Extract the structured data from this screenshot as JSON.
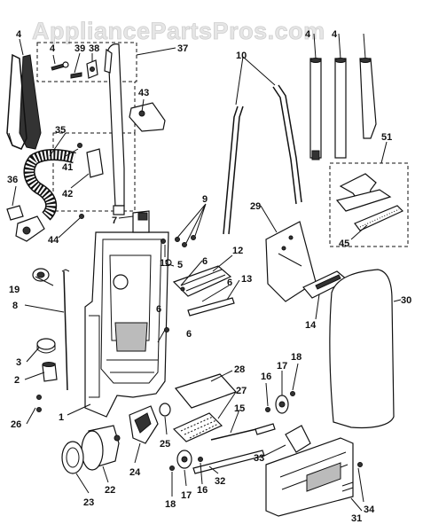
{
  "watermark": "AppliancePartsPros.com",
  "callouts": {
    "c1": "1",
    "c2": "2",
    "c3": "3",
    "c4": "4",
    "c4b": "4",
    "c4c": "4",
    "c4d": "4",
    "c5": "5",
    "c6a": "6",
    "c6b": "6",
    "c6c": "6",
    "c6d": "6",
    "c7": "7",
    "c8": "8",
    "c9": "9",
    "c10": "10",
    "c11": "11",
    "c12": "12",
    "c13": "13",
    "c14": "14",
    "c15": "15",
    "c16a": "16",
    "c16b": "16",
    "c17a": "17",
    "c17b": "17",
    "c18a": "18",
    "c18b": "18",
    "c19": "19",
    "c22": "22",
    "c23": "23",
    "c24": "24",
    "c25": "25",
    "c26": "26",
    "c27": "27",
    "c28": "28",
    "c29": "29",
    "c30": "30",
    "c31": "31",
    "c32": "32",
    "c33": "33",
    "c34": "34",
    "c35": "35",
    "c36": "36",
    "c37": "37",
    "c38": "38",
    "c39": "39",
    "c41": "41",
    "c42": "42",
    "c43": "43",
    "c44": "44",
    "c45": "45",
    "c51": "51"
  }
}
